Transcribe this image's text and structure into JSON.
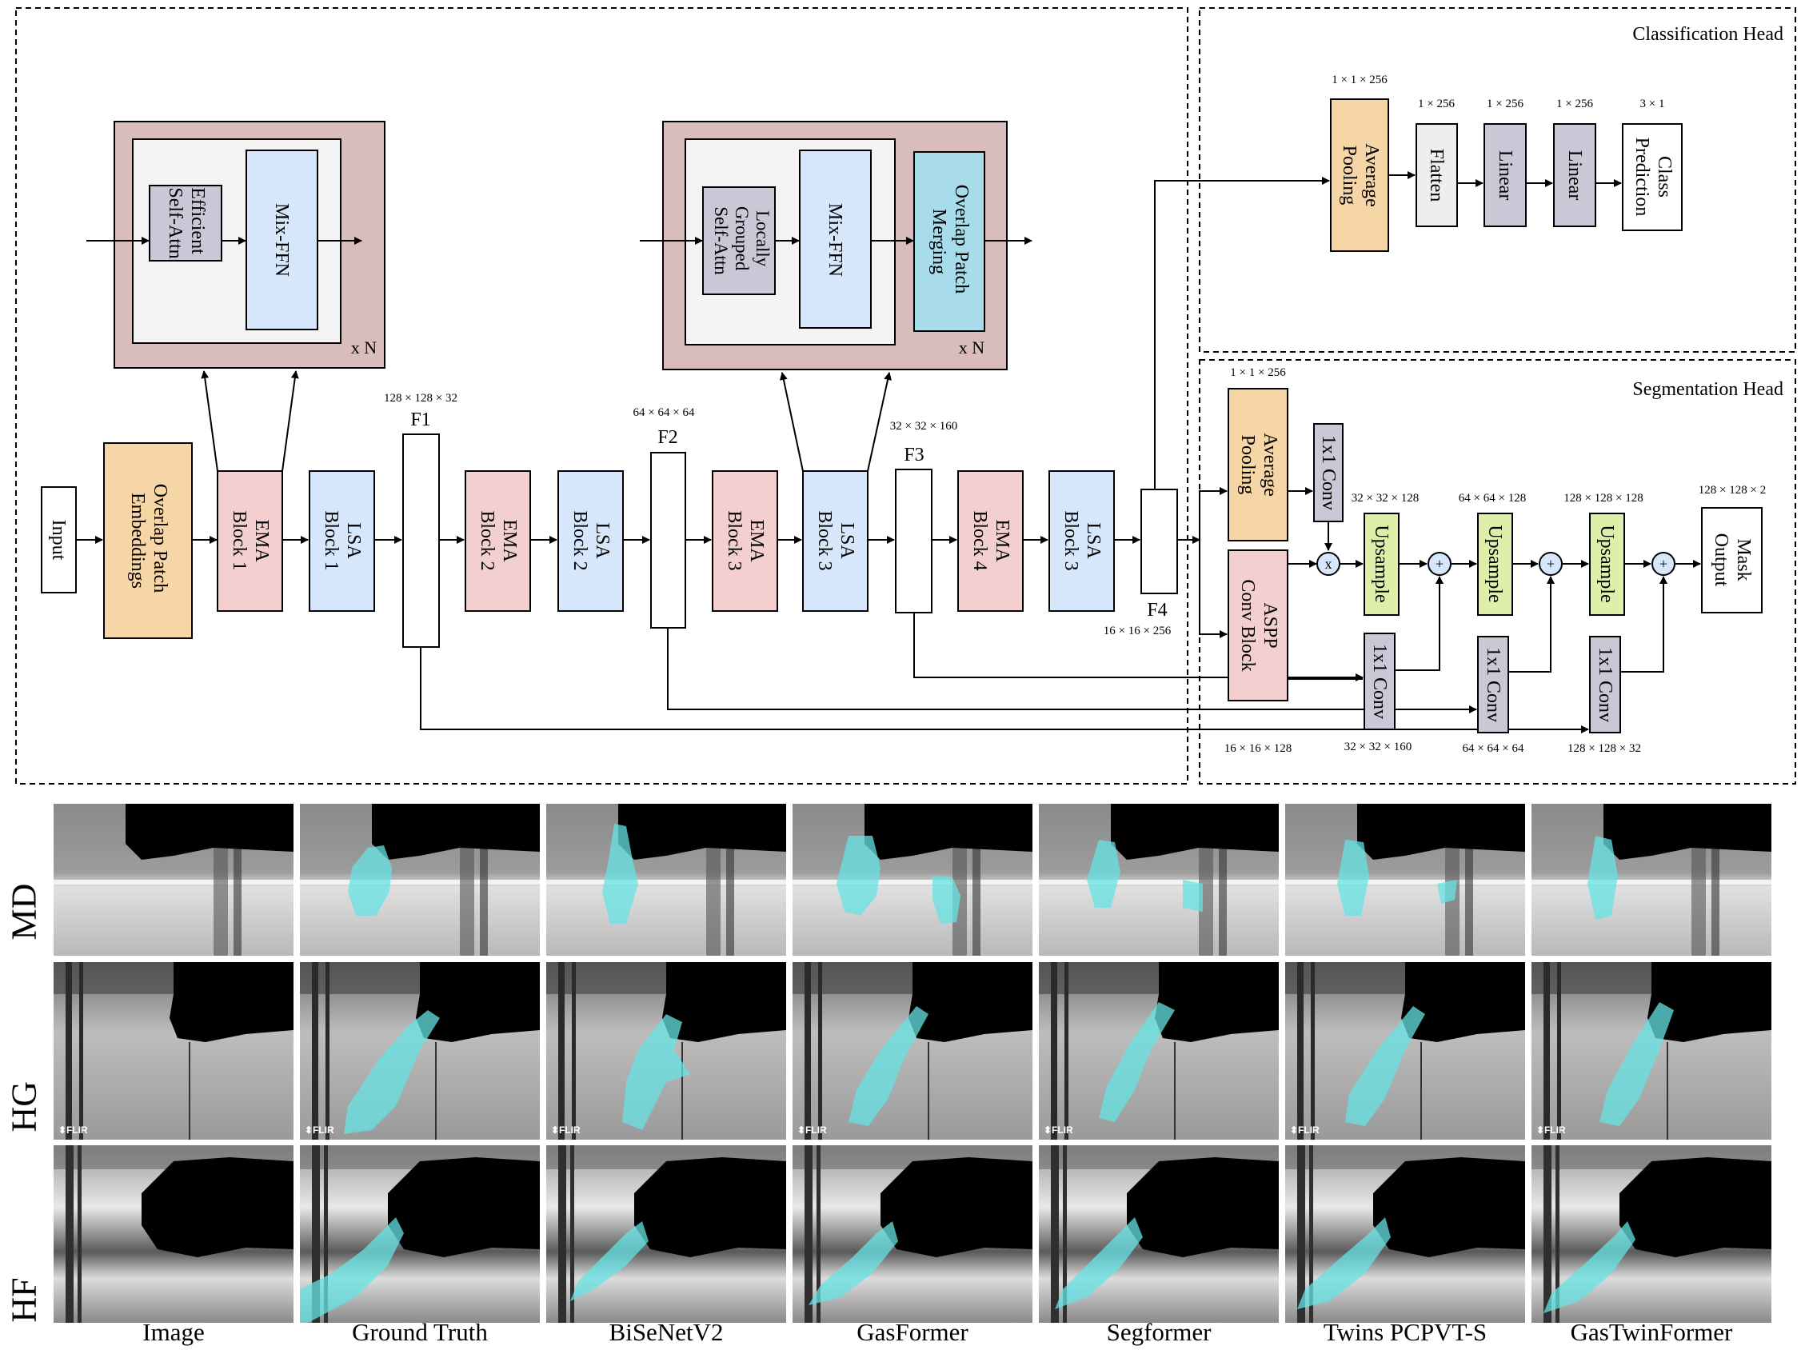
{
  "architecture": {
    "heads": {
      "classification": "Classification Head",
      "segmentation": "Segmentation Head"
    },
    "encoder_detail_left": {
      "blocks": [
        "Efficient Self-Attn",
        "Mix-FFN"
      ],
      "repeat": "x N"
    },
    "encoder_detail_right": {
      "blocks": [
        "Locally Grouped Self-Attn",
        "Mix-FFN",
        "Overlap Patch Merging"
      ],
      "repeat": "x N"
    },
    "backbone": {
      "input": "Input",
      "embed": "Overlap Patch Embeddings",
      "blocks": [
        "EMA Block 1",
        "LSA Block 1",
        "EMA Block 2",
        "LSA Block 2",
        "EMA Block 3",
        "LSA Block 3",
        "EMA Block 4",
        "LSA Block 3"
      ],
      "features": [
        "F1",
        "F2",
        "F3",
        "F4"
      ],
      "feature_dims": [
        "128 × 128 × 32",
        "64 × 64 × 64",
        "32 × 32 × 160",
        "16 × 16 × 256"
      ]
    },
    "classification_head": {
      "blocks": [
        "Average Pooling",
        "Flatten",
        "Linear",
        "Linear",
        "Class Prediction"
      ],
      "dims": [
        "1 × 1 × 256",
        "1 × 256",
        "1 × 256",
        "1 × 256",
        "3 × 1"
      ]
    },
    "segmentation_head": {
      "avg_pool": "Average Pooling",
      "avg_pool_dim": "1 × 1 × 256",
      "aspp": "ASPP Conv Block",
      "aspp_dim": "16 × 16 × 128",
      "conv1x1": "1x1 Conv",
      "upsample": "Upsample",
      "upsample_dims": [
        "32 × 32 × 128",
        "64 × 64 × 128",
        "128 × 128 × 128"
      ],
      "skip_dims": [
        "32 × 32 × 160",
        "64 × 64 × 64",
        "128 × 128 × 32"
      ],
      "output": "Mask Output",
      "output_dim": "128 × 128 × 2",
      "mult_symbol": "x",
      "add_symbol": "+"
    }
  },
  "results": {
    "rows": [
      "MD",
      "HG",
      "HF"
    ],
    "columns": [
      "Image",
      "Ground Truth",
      "BiSeNetV2",
      "GasFormer",
      "Segformer",
      "Twins PCPVT-S",
      "GasTwinFormer"
    ],
    "watermark": "FLIR"
  },
  "colors": {
    "ema": "#f3cfd0",
    "lsa": "#d6e6fb",
    "embed": "#f6d6a6",
    "pool": "#f6d6a6",
    "dark_block": "#c9c8d6",
    "container": "#d9bcbc",
    "upsample": "#ddefa8",
    "circle": "#d6e6fb",
    "flatten": "#eeeeee",
    "mask": "#66e3e3"
  }
}
